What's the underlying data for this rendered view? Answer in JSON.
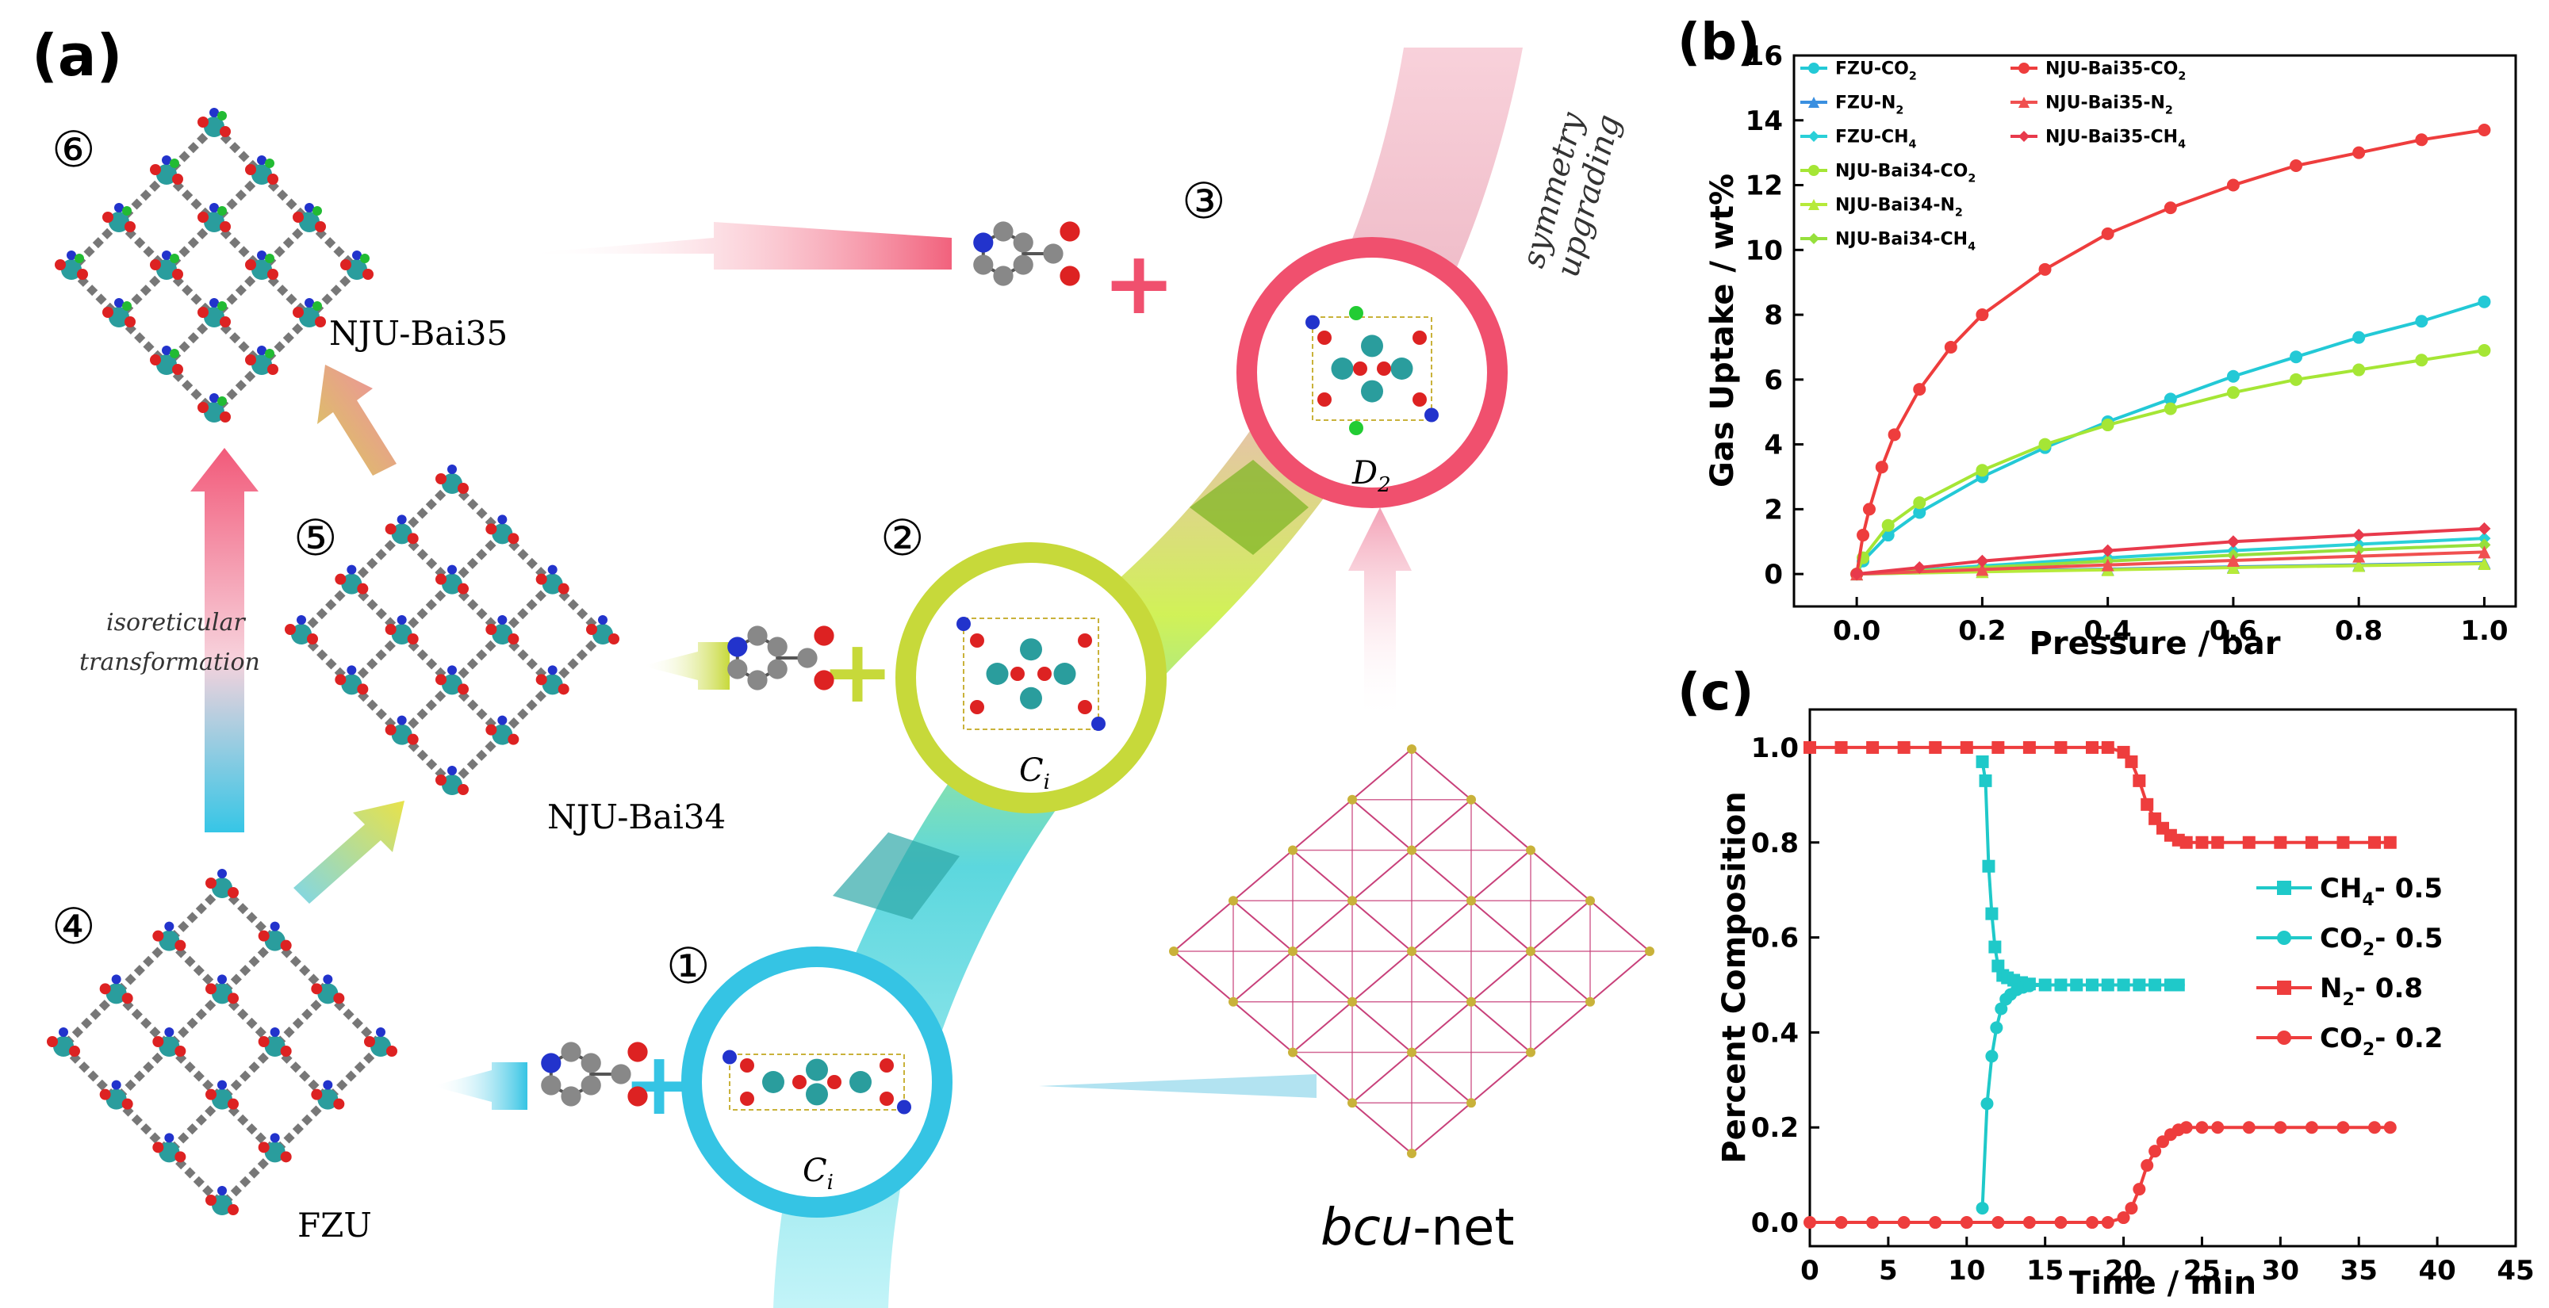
{
  "panel_a": {
    "label": "(a)",
    "step_numbers": [
      "①",
      "②",
      "③",
      "④",
      "⑤",
      "⑥"
    ],
    "nodes": [
      {
        "symmetry": "C",
        "sub": "i"
      },
      {
        "symmetry": "C",
        "sub": "i"
      },
      {
        "symmetry": "D",
        "sub": "2"
      }
    ],
    "mofs": [
      "FZU",
      "NJU-Bai34",
      "NJU-Bai35"
    ],
    "net_label_main": "bcu",
    "net_label_rest": "-net",
    "isoreticular_1": "isoreticular",
    "isoreticular_2": "transformation",
    "symmetry_1": "symmetry",
    "symmetry_2": "upgrading",
    "plus": "+",
    "colors": {
      "cyan": "#35c4e4",
      "yellowgreen": "#c7d93a",
      "red": "#f0506e",
      "net": "#c8407a"
    }
  },
  "chart_data": [
    {
      "panel_label": "(b)",
      "type": "line",
      "xlabel": "Pressure / bar",
      "ylabel": "Gas Uptake / wt%",
      "xlim": [
        -0.1,
        1.05
      ],
      "ylim": [
        -1,
        16
      ],
      "xticks": [
        "0.0",
        "0.2",
        "0.4",
        "0.6",
        "0.8",
        "1.0"
      ],
      "yticks": [
        "0",
        "2",
        "4",
        "6",
        "8",
        "10",
        "12",
        "14",
        "16"
      ],
      "legend_position": "top-left",
      "series": [
        {
          "name": "FZU-CO",
          "sub": "2",
          "color": "#23c9d6",
          "marker": "circle",
          "x": [
            0,
            0.01,
            0.05,
            0.1,
            0.2,
            0.3,
            0.4,
            0.5,
            0.6,
            0.7,
            0.8,
            0.9,
            1.0
          ],
          "y": [
            0,
            0.4,
            1.2,
            1.9,
            3.0,
            3.9,
            4.7,
            5.4,
            6.1,
            6.7,
            7.3,
            7.8,
            8.4
          ]
        },
        {
          "name": "FZU-N",
          "sub": "2",
          "color": "#3a8fe0",
          "marker": "triangle",
          "x": [
            0,
            0.2,
            0.4,
            0.6,
            0.8,
            1.0
          ],
          "y": [
            0,
            0.08,
            0.15,
            0.22,
            0.28,
            0.35
          ]
        },
        {
          "name": "FZU-CH",
          "sub": "4",
          "color": "#2ad0d8",
          "marker": "diamond",
          "x": [
            0,
            0.2,
            0.4,
            0.6,
            0.8,
            1.0
          ],
          "y": [
            0,
            0.25,
            0.5,
            0.72,
            0.92,
            1.1
          ]
        },
        {
          "name": "NJU-Bai34-CO",
          "sub": "2",
          "color": "#a5e635",
          "marker": "circle",
          "x": [
            0,
            0.01,
            0.05,
            0.1,
            0.2,
            0.3,
            0.4,
            0.5,
            0.6,
            0.7,
            0.8,
            0.9,
            1.0
          ],
          "y": [
            0,
            0.5,
            1.5,
            2.2,
            3.2,
            4.0,
            4.6,
            5.1,
            5.6,
            6.0,
            6.3,
            6.6,
            6.9
          ]
        },
        {
          "name": "NJU-Bai34-N",
          "sub": "2",
          "color": "#b6ea3a",
          "marker": "triangle",
          "x": [
            0,
            0.2,
            0.4,
            0.6,
            0.8,
            1.0
          ],
          "y": [
            0,
            0.07,
            0.13,
            0.2,
            0.26,
            0.32
          ]
        },
        {
          "name": "NJU-Bai34-CH",
          "sub": "4",
          "color": "#96e03c",
          "marker": "diamond",
          "x": [
            0,
            0.2,
            0.4,
            0.6,
            0.8,
            1.0
          ],
          "y": [
            0,
            0.2,
            0.4,
            0.58,
            0.75,
            0.9
          ]
        },
        {
          "name": "NJU-Bai35-CO",
          "sub": "2",
          "color": "#ee3d3d",
          "marker": "circle",
          "x": [
            0,
            0.01,
            0.02,
            0.04,
            0.06,
            0.1,
            0.15,
            0.2,
            0.3,
            0.4,
            0.5,
            0.6,
            0.7,
            0.8,
            0.9,
            1.0
          ],
          "y": [
            0,
            1.2,
            2.0,
            3.3,
            4.3,
            5.7,
            7.0,
            8.0,
            9.4,
            10.5,
            11.3,
            12.0,
            12.6,
            13.0,
            13.4,
            13.7
          ]
        },
        {
          "name": "NJU-Bai35-N",
          "sub": "2",
          "color": "#f05050",
          "marker": "triangle",
          "x": [
            0,
            0.2,
            0.4,
            0.6,
            0.8,
            1.0
          ],
          "y": [
            0,
            0.14,
            0.28,
            0.42,
            0.55,
            0.68
          ]
        },
        {
          "name": "NJU-Bai35-CH",
          "sub": "4",
          "color": "#e83a4c",
          "marker": "diamond",
          "x": [
            0,
            0.1,
            0.2,
            0.4,
            0.6,
            0.8,
            1.0
          ],
          "y": [
            0,
            0.2,
            0.4,
            0.72,
            1.0,
            1.2,
            1.4
          ]
        }
      ]
    },
    {
      "panel_label": "(c)",
      "type": "line",
      "xlabel": "Time / min",
      "ylabel": "Percent Composition",
      "xlim": [
        0,
        45
      ],
      "ylim": [
        -0.05,
        1.08
      ],
      "xticks": [
        "0",
        "5",
        "10",
        "15",
        "20",
        "25",
        "30",
        "35",
        "40",
        "45"
      ],
      "yticks": [
        "0.0",
        "0.2",
        "0.4",
        "0.6",
        "0.8",
        "1.0"
      ],
      "legend_position": "right",
      "series": [
        {
          "name": "CH",
          "sub": "4",
          "suffix": "- 0.5",
          "color": "#1fc9c9",
          "marker": "square",
          "x": [
            11.0,
            11.2,
            11.4,
            11.6,
            11.8,
            12.0,
            12.3,
            12.6,
            13.0,
            13.5,
            14,
            15,
            16,
            17,
            18,
            19,
            20,
            21,
            22,
            23,
            23.5
          ],
          "y": [
            0.97,
            0.93,
            0.75,
            0.65,
            0.58,
            0.54,
            0.52,
            0.515,
            0.51,
            0.505,
            0.502,
            0.5,
            0.5,
            0.5,
            0.5,
            0.5,
            0.5,
            0.5,
            0.5,
            0.5,
            0.5
          ]
        },
        {
          "name": "CO",
          "sub": "2",
          "suffix": "- 0.5",
          "color": "#1fc9c9",
          "marker": "circle",
          "x": [
            11.0,
            11.3,
            11.6,
            11.9,
            12.2,
            12.5,
            12.8,
            13.2,
            13.6,
            14,
            15,
            16,
            17,
            18,
            19,
            20,
            21,
            22,
            23,
            23.5
          ],
          "y": [
            0.03,
            0.25,
            0.35,
            0.41,
            0.45,
            0.47,
            0.48,
            0.49,
            0.495,
            0.498,
            0.5,
            0.5,
            0.5,
            0.5,
            0.5,
            0.5,
            0.5,
            0.5,
            0.5,
            0.5
          ]
        },
        {
          "name": "N",
          "sub": "2",
          "suffix": "- 0.8",
          "color": "#ee3d3d",
          "marker": "square",
          "x": [
            0,
            2,
            4,
            6,
            8,
            10,
            12,
            14,
            16,
            18,
            19,
            20,
            20.5,
            21,
            21.5,
            22,
            22.5,
            23,
            23.5,
            24,
            25,
            26,
            28,
            30,
            32,
            34,
            36,
            37
          ],
          "y": [
            1.0,
            1.0,
            1.0,
            1.0,
            1.0,
            1.0,
            1.0,
            1.0,
            1.0,
            1.0,
            1.0,
            0.99,
            0.97,
            0.93,
            0.88,
            0.85,
            0.83,
            0.815,
            0.805,
            0.8,
            0.8,
            0.8,
            0.8,
            0.8,
            0.8,
            0.8,
            0.8,
            0.8
          ]
        },
        {
          "name": "CO",
          "sub": "2",
          "suffix": "- 0.2",
          "color": "#ee3d3d",
          "marker": "circle",
          "x": [
            0,
            2,
            4,
            6,
            8,
            10,
            12,
            14,
            16,
            18,
            19,
            20,
            20.5,
            21,
            21.5,
            22,
            22.5,
            23,
            23.5,
            24,
            25,
            26,
            28,
            30,
            32,
            34,
            36,
            37
          ],
          "y": [
            0,
            0,
            0,
            0,
            0,
            0,
            0,
            0,
            0,
            0,
            0,
            0.01,
            0.03,
            0.07,
            0.12,
            0.15,
            0.17,
            0.185,
            0.195,
            0.2,
            0.2,
            0.2,
            0.2,
            0.2,
            0.2,
            0.2,
            0.2,
            0.2
          ]
        }
      ]
    }
  ]
}
